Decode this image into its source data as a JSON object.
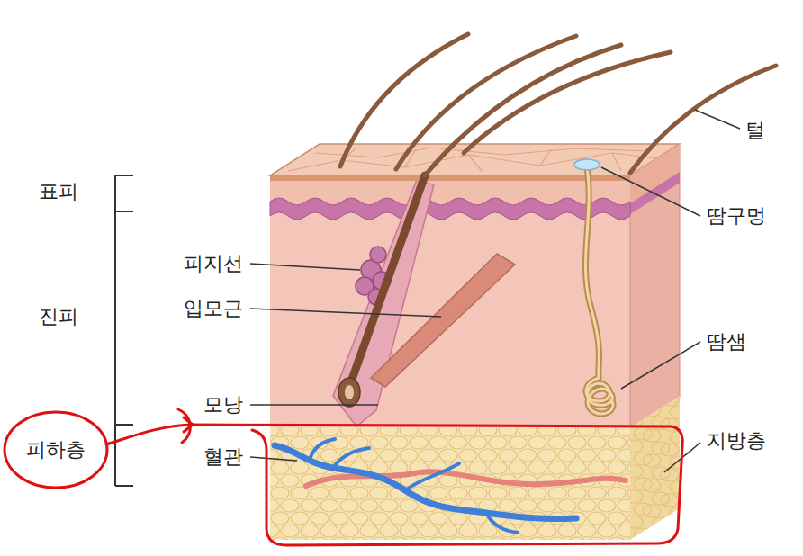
{
  "diagram": {
    "nodes": [
      {
        "text": [
          "피하층"
        ]
      }
    ],
    "labels": [
      "표피",
      "진피",
      "피지선",
      "입모근",
      "모낭",
      "혈관",
      "털",
      "땀구멍",
      "땀샘",
      "지방층"
    ]
  }
}
